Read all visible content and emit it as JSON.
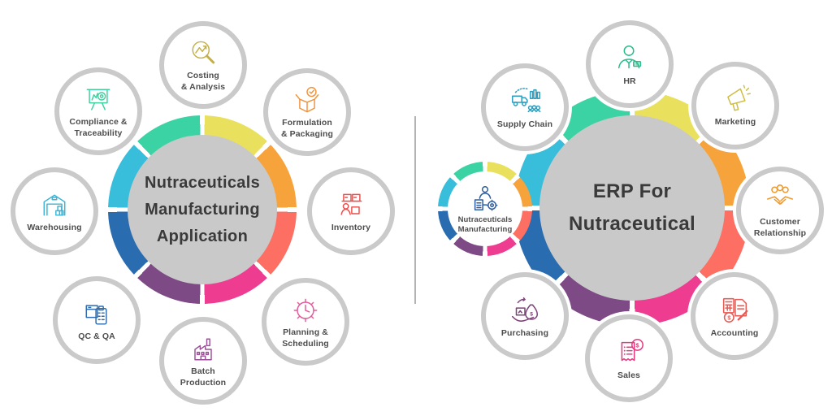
{
  "palette": {
    "yellow": "#e9e15e",
    "orange": "#f7a33c",
    "coral": "#fc6f62",
    "pink": "#ee3d90",
    "purple": "#7d4a86",
    "blue": "#2a6cb0",
    "cyan": "#38bdda",
    "mint": "#3bd3a3",
    "center-gray": "#c9c9c9",
    "node-border": "#cacaca",
    "divider": "#b3b3b3",
    "title-text": "#3a3a3a",
    "label-text": "#4d4d4d"
  },
  "ring_segments": [
    "yellow",
    "orange",
    "coral",
    "pink",
    "purple",
    "blue",
    "cyan",
    "mint"
  ],
  "left_diagram": {
    "center_lines": [
      "Nutraceuticals",
      "Manufacturing",
      "Application"
    ],
    "nodes": [
      {
        "label": "Costing\n& Analysis",
        "icon": "magnifier-chart-icon",
        "icon_color": "#c4af45"
      },
      {
        "label": "Formulation\n& Packaging",
        "icon": "open-box-check-icon",
        "icon_color": "#f0933a"
      },
      {
        "label": "Inventory",
        "icon": "stacked-boxes-icon",
        "icon_color": "#ea4d4a"
      },
      {
        "label": "Planning &\nScheduling",
        "icon": "clock-gear-icon",
        "icon_color": "#e25a9b"
      },
      {
        "label": "Batch\nProduction",
        "icon": "factory-icon",
        "icon_color": "#9a5097"
      },
      {
        "label": "QC & QA",
        "icon": "box-clipboard-icon",
        "icon_color": "#2e6cae"
      },
      {
        "label": "Warehousing",
        "icon": "warehouse-icon",
        "icon_color": "#3cb6d6"
      },
      {
        "label": "Compliance &\nTraceability",
        "icon": "presentation-gear-icon",
        "icon_color": "#3fcf9f"
      }
    ]
  },
  "right_diagram": {
    "center_lines": [
      "ERP For",
      "Nutraceutical"
    ],
    "nodes": [
      {
        "label": "HR",
        "icon": "hr-person-icon",
        "icon_color": "#2cbd8f"
      },
      {
        "label": "Marketing",
        "icon": "megaphone-icon",
        "icon_color": "#cdbd3f"
      },
      {
        "label": "Customer\nRelationship",
        "icon": "handshake-icon",
        "icon_color": "#ec9a33"
      },
      {
        "label": "Accounting",
        "icon": "calculator-doc-icon",
        "icon_color": "#e75b55"
      },
      {
        "label": "Sales",
        "icon": "receipt-dollar-icon",
        "icon_color": "#e43a80"
      },
      {
        "label": "Purchasing",
        "icon": "hand-moneybag-icon",
        "icon_color": "#7f4479"
      },
      {
        "label": "Nutraceuticals\nManufacturing",
        "icon": "person-doc-gear-icon",
        "icon_color": "#2f5f9f"
      },
      {
        "label": "Supply Chain",
        "icon": "truck-factory-icon",
        "icon_color": "#2f9fc0"
      }
    ]
  }
}
